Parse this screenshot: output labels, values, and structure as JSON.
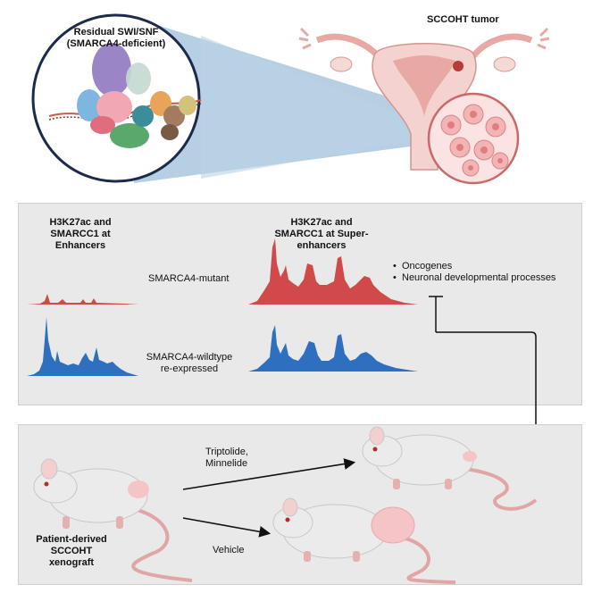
{
  "top": {
    "complex_title_line1": "Residual SWI/SNF",
    "complex_title_line2": "(SMARCA4-deficient)",
    "tumor_label": "SCCOHT tumor"
  },
  "chromatin_panel": {
    "enhancers_header": [
      "H3K27ac and",
      "SMARCC1 at",
      "Enhancers"
    ],
    "super_header": [
      "H3K27ac and",
      "SMARCC1 at Super-",
      "enhancers"
    ],
    "mutant_label": "SMARCA4-mutant",
    "wildtype_label": [
      "SMARCA4-wildtype",
      "re-expressed"
    ],
    "bullets": [
      "Oncogenes",
      "Neuronal developmental processes"
    ],
    "colors": {
      "mutant": "#d14a4a",
      "wildtype": "#2f6fc0"
    }
  },
  "xenograft_panel": {
    "source_label": [
      "Patient-derived",
      "SCCOHT",
      "xenograft"
    ],
    "treatment_label": [
      "Triptolide,",
      "Minnelide"
    ],
    "vehicle_label": "Vehicle"
  }
}
